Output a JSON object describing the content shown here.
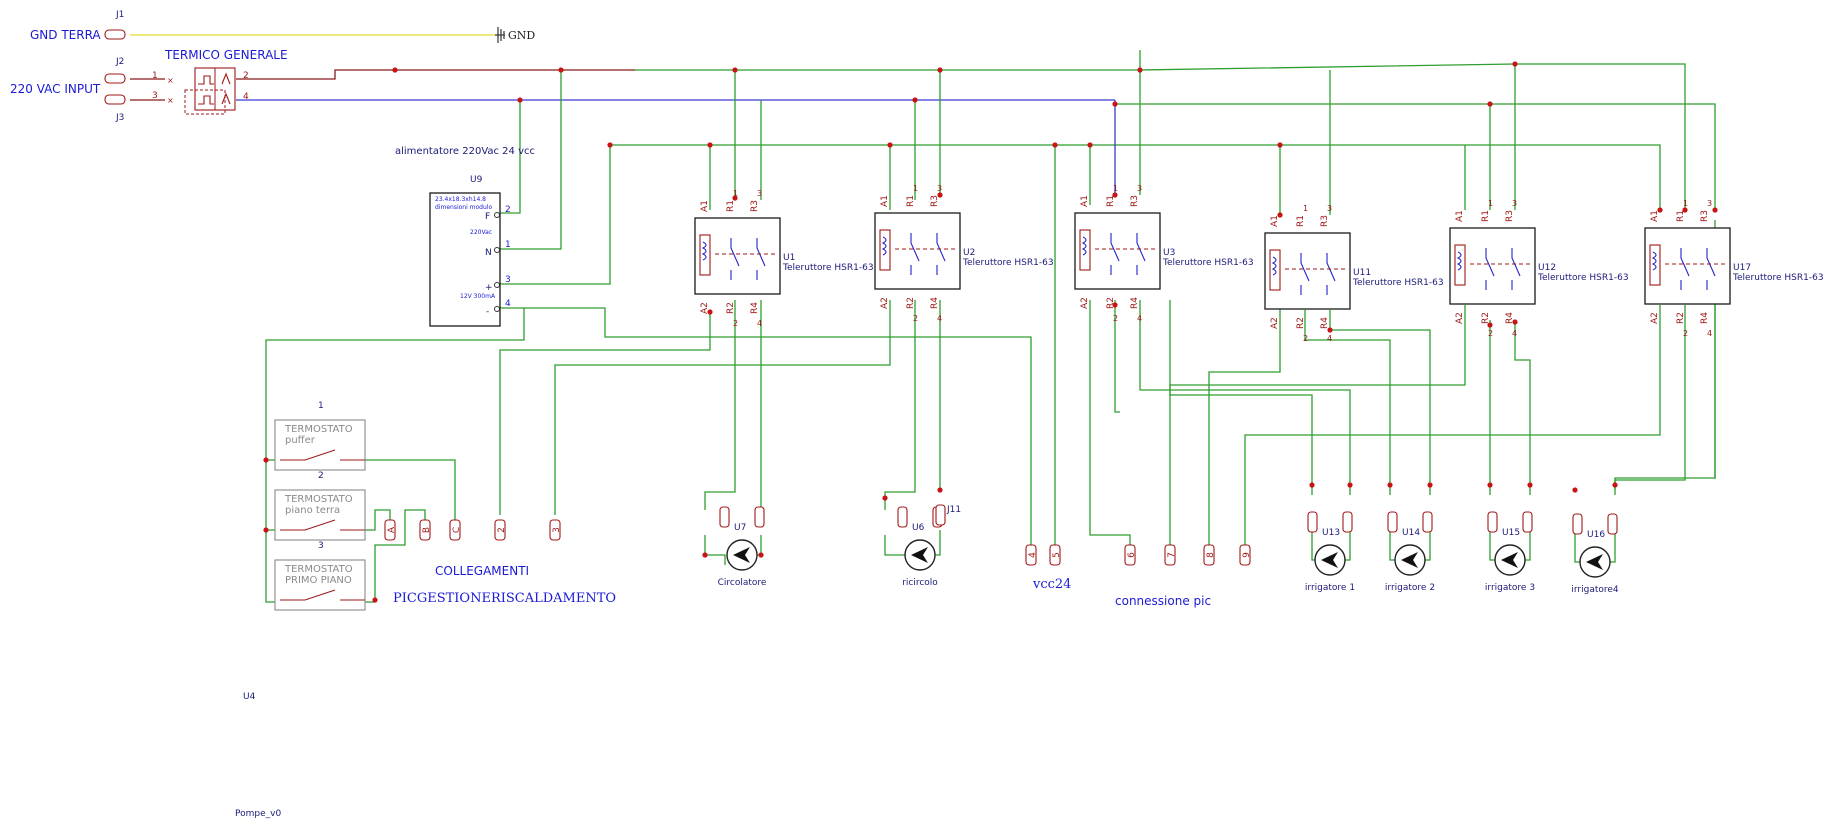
{
  "inputs": {
    "gnd_label": "GND TERRA",
    "ac_label": "220 VAC INPUT",
    "j1": "J1",
    "j2": "J2",
    "j3": "J3",
    "j2_pin": "1",
    "j3_pin": "3",
    "gnd_symbol_label": "GND"
  },
  "breaker": {
    "title": "TERMICO GENERALE",
    "pin_out_top": "2",
    "pin_out_bottom": "4"
  },
  "psu": {
    "caption": "alimentatore 220Vac 24 vcc",
    "ref": "U9",
    "note_line1": "23.4x18.3xh14.8",
    "note_line2": "dimensioni modulo",
    "input_note": "220Vac",
    "output_note": "12V 300mA",
    "pins": [
      {
        "name": "F",
        "num": "2"
      },
      {
        "name": "N",
        "num": "1"
      },
      {
        "name": "+",
        "num": "3"
      },
      {
        "name": "-",
        "num": "4"
      }
    ]
  },
  "relay_pins": {
    "a1": "A1",
    "a2": "A2",
    "r1": "R1",
    "r2": "R2",
    "r3": "R3",
    "r4": "R4",
    "n1": "1",
    "n2": "2",
    "n3": "3",
    "n4": "4"
  },
  "relays": [
    {
      "ref": "U1",
      "value": "Teleruttore HSR1-63"
    },
    {
      "ref": "U2",
      "value": "Teleruttore HSR1-63"
    },
    {
      "ref": "U3",
      "value": "Teleruttore HSR1-63"
    },
    {
      "ref": "U11",
      "value": "Teleruttore HSR1-63"
    },
    {
      "ref": "U12",
      "value": "Teleruttore HSR1-63"
    },
    {
      "ref": "U17",
      "value": "Teleruttore HSR1-63"
    }
  ],
  "pumps": [
    {
      "ref": "U7",
      "name": "Circolatore"
    },
    {
      "ref": "U6",
      "name": "ricircolo"
    },
    {
      "ref": "U13",
      "name": "irrigatore 1"
    },
    {
      "ref": "U14",
      "name": "irrigatore 2"
    },
    {
      "ref": "U15",
      "name": "irrigatore 3"
    },
    {
      "ref": "U16",
      "name": "irrigatore4"
    }
  ],
  "j11": "J11",
  "thermostats": [
    {
      "num": "1",
      "line1": "TERMOSTATO",
      "line2": "puffer"
    },
    {
      "num": "2",
      "line1": "TERMOSTATO",
      "line2": "piano terra"
    },
    {
      "num": "3",
      "line1": "TERMOSTATO",
      "line2": "PRIMO PIANO"
    }
  ],
  "left_connector_pins": [
    "A",
    "B",
    "C",
    "2",
    "3"
  ],
  "vcc_pins": [
    "4",
    "5"
  ],
  "pic_pins": [
    "6",
    "7",
    "8",
    "9"
  ],
  "labels": {
    "collegamenti": "COLLEGAMENTI",
    "picgestione": "PICGESTIONERISCALDAMENTO",
    "vcc24": "vcc24",
    "connessione_pic": "connessione pic",
    "u4": "U4",
    "sheet": "Pompe_v0"
  }
}
